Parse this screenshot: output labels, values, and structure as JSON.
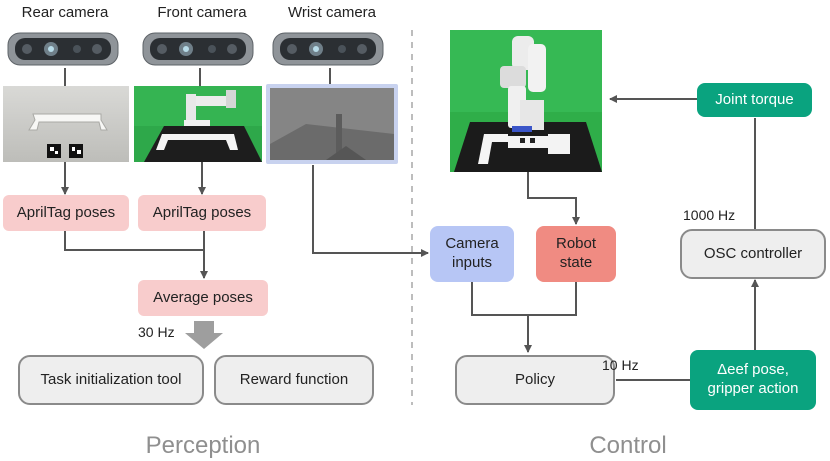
{
  "cameras": {
    "rear": "Rear camera",
    "front": "Front camera",
    "wrist": "Wrist camera"
  },
  "perception": {
    "apriltag_rear": "AprilTag poses",
    "apriltag_front": "AprilTag poses",
    "average": "Average poses",
    "rate": "30 Hz",
    "task_init": "Task initialization tool",
    "reward": "Reward function",
    "title": "Perception"
  },
  "control": {
    "camera_inputs_line1": "Camera",
    "camera_inputs_line2": "inputs",
    "robot_state_line1": "Robot",
    "robot_state_line2": "state",
    "joint_torque": "Joint torque",
    "osc_controller": "OSC controller",
    "osc_rate": "1000 Hz",
    "policy": "Policy",
    "policy_rate": "10 Hz",
    "action_line1": "Δeef pose,",
    "action_line2": "gripper action",
    "title": "Control"
  },
  "colors": {
    "pink": "#f8cccc",
    "blue": "#b7c6f5",
    "salmon": "#f08b82",
    "teal": "#0aa37f",
    "gray_box": "#eeeeee",
    "line": "#555555"
  }
}
